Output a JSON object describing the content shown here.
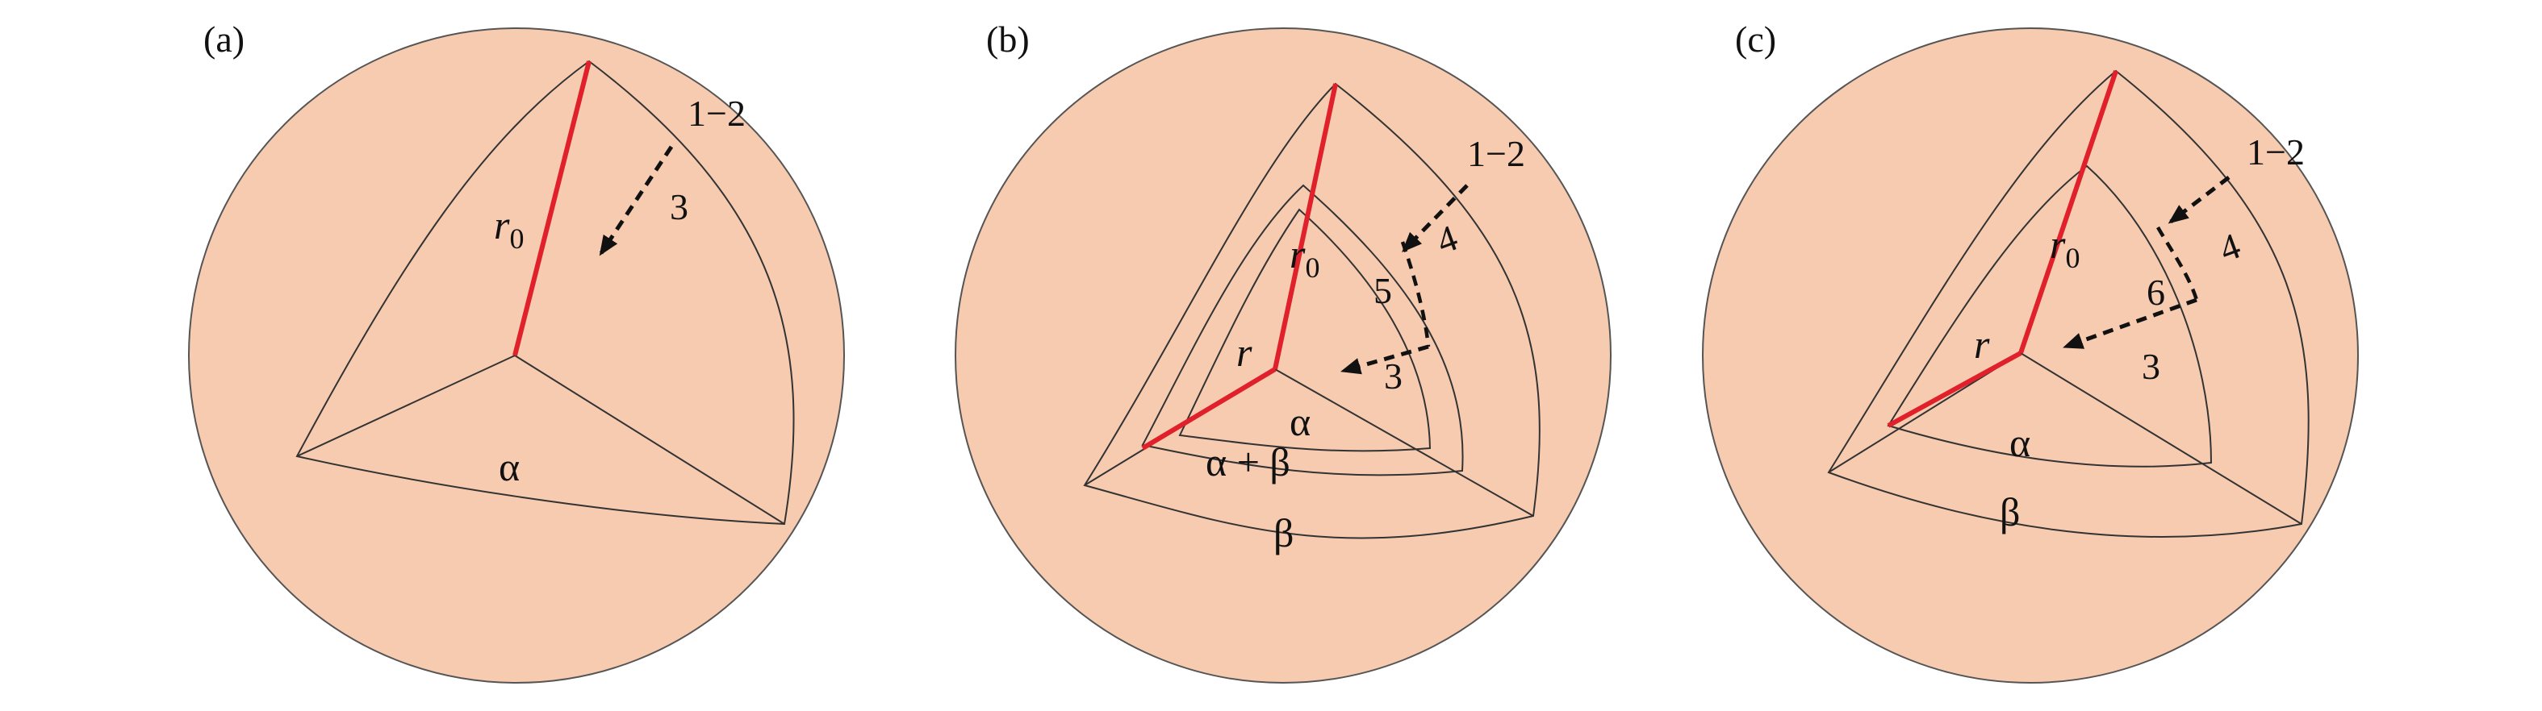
{
  "colors": {
    "alpha_region": "#ffffff",
    "beta_region": "#b8e6e1",
    "mixed_region": "#aeaee0",
    "matrix_region": "#f6cbb0",
    "radius_line": "#e0202a",
    "arrow": "#111111"
  },
  "panels": [
    {
      "label": "(a)",
      "path_label": "1−2",
      "step_labels": [
        "3"
      ],
      "radius_label": "r",
      "radius_subscript": "0",
      "region_labels": {
        "alpha": "α"
      }
    },
    {
      "label": "(b)",
      "path_label": "1−2",
      "step_labels": [
        "4",
        "5",
        "3"
      ],
      "radius_label": "r",
      "radius_subscript": "0",
      "inner_radius_label": "r",
      "region_labels": {
        "alpha": "α",
        "alpha_beta": "α + β",
        "beta": "β"
      }
    },
    {
      "label": "(c)",
      "path_label": "1−2",
      "step_labels": [
        "4",
        "6",
        "3"
      ],
      "radius_label": "r",
      "radius_subscript": "0",
      "inner_radius_label": "r",
      "region_labels": {
        "alpha": "α",
        "beta": "β"
      }
    }
  ]
}
